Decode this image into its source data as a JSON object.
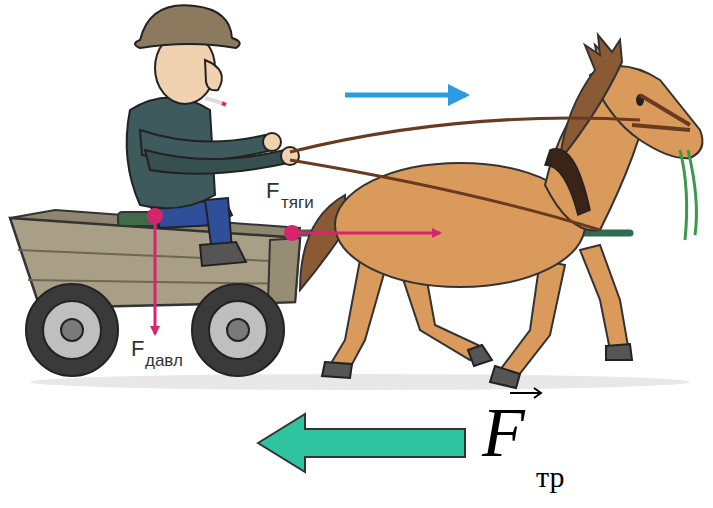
{
  "diagram": {
    "labels": [
      "F",
      "тяги",
      "F",
      "давл",
      "F",
      "тр"
    ]
  }
}
